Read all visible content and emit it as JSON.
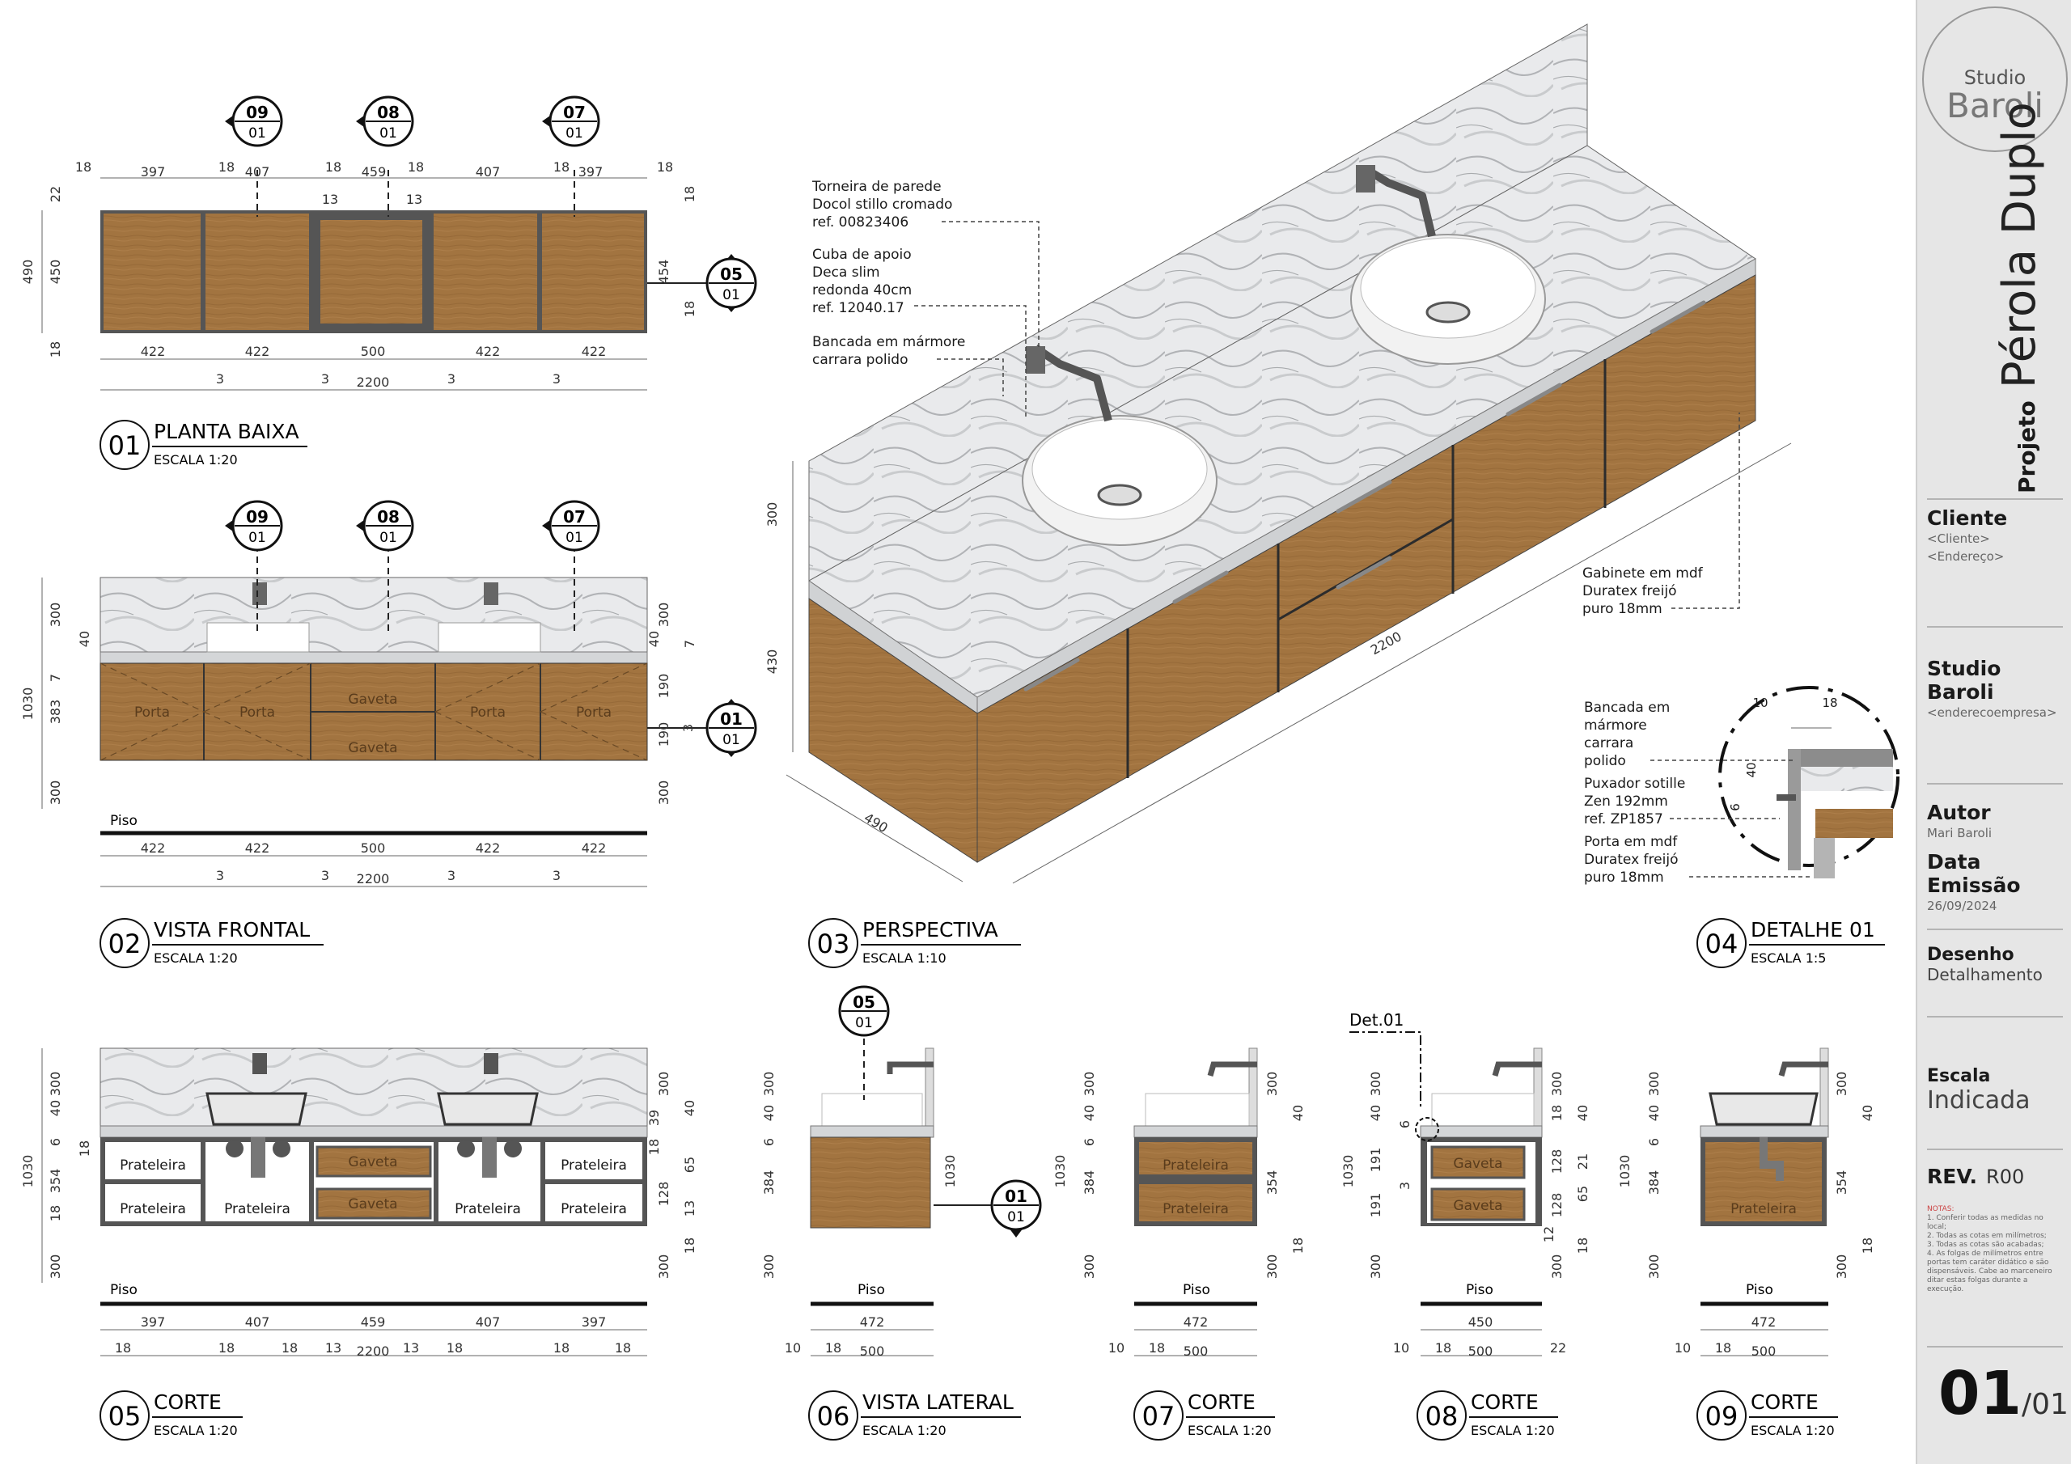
{
  "views": {
    "v01": {
      "num": "01",
      "title": "PLANTA BAIXA",
      "scale": "ESCALA 1:20"
    },
    "v02": {
      "num": "02",
      "title": "VISTA FRONTAL",
      "scale": "ESCALA 1:20"
    },
    "v03": {
      "num": "03",
      "title": "PERSPECTIVA",
      "scale": "ESCALA 1:10"
    },
    "v04": {
      "num": "04",
      "title": "DETALHE 01",
      "scale": "ESCALA 1:5"
    },
    "v05": {
      "num": "05",
      "title": "CORTE",
      "scale": "ESCALA 1:20"
    },
    "v06": {
      "num": "06",
      "title": "VISTA LATERAL",
      "scale": "ESCALA 1:20"
    },
    "v07": {
      "num": "07",
      "title": "CORTE",
      "scale": "ESCALA 1:20"
    },
    "v08": {
      "num": "08",
      "title": "CORTE",
      "scale": "ESCALA 1:20"
    },
    "v09": {
      "num": "09",
      "title": "CORTE",
      "scale": "ESCALA 1:20"
    }
  },
  "markers": {
    "m09": {
      "top": "09",
      "bottom": "01"
    },
    "m08": {
      "top": "08",
      "bottom": "01"
    },
    "m07": {
      "top": "07",
      "bottom": "01"
    },
    "m05": {
      "top": "05",
      "bottom": "01"
    },
    "m01": {
      "top": "01",
      "bottom": "01"
    }
  },
  "labels": {
    "floor": "Piso",
    "door": "Porta",
    "drawer": "Gaveta",
    "shelf": "Prateleira",
    "detail_ref": "Det.01"
  },
  "plan_dims": {
    "top": [
      "18",
      "397",
      "18",
      "407",
      "18",
      "459",
      "18",
      "407",
      "18",
      "397",
      "18"
    ],
    "small13": "13",
    "bottom": [
      "422",
      "422",
      "500",
      "422",
      "422"
    ],
    "gaps": "3",
    "total": "2200",
    "left_total": "490",
    "left": [
      "22",
      "450",
      "18"
    ],
    "right": [
      "18",
      "454",
      "18"
    ]
  },
  "front_dims": {
    "left_total": "1030",
    "left": [
      "300",
      "40",
      "7",
      "383",
      "300"
    ],
    "right": [
      "300",
      "40",
      "7",
      "190",
      "3",
      "190",
      "300"
    ],
    "bottom": [
      "422",
      "422",
      "500",
      "422",
      "422"
    ],
    "gaps": "3",
    "total": "2200"
  },
  "section05_dims": {
    "left_total": "1030",
    "left": [
      "300",
      "40",
      "6",
      "18",
      "354",
      "18",
      "300"
    ],
    "right": [
      "300",
      "40",
      "39",
      "18",
      "65",
      "128",
      "13",
      "18",
      "300"
    ],
    "top_row": [
      "397",
      "407",
      "459",
      "407",
      "397"
    ],
    "bottom_row": [
      "18",
      "18",
      "18",
      "13",
      "2200",
      "13",
      "18",
      "18",
      "18"
    ]
  },
  "side_dims": {
    "v06": {
      "total": "1030",
      "left": [
        "300",
        "40",
        "6",
        "384",
        "300"
      ],
      "b1": "472",
      "b2": [
        "10",
        "18",
        "500"
      ]
    },
    "v07": {
      "total": "1030",
      "left": [
        "300",
        "40",
        "6",
        "384",
        "300"
      ],
      "right": [
        "300",
        "40",
        "354",
        "18",
        "300"
      ],
      "b1": "472",
      "b2": [
        "10",
        "18",
        "500"
      ]
    },
    "v08": {
      "total": "1030",
      "left": [
        "300",
        "40",
        "6",
        "191",
        "3",
        "191",
        "300"
      ],
      "right": [
        "300",
        "18",
        "40",
        "128",
        "21",
        "128",
        "65",
        "12",
        "18",
        "300"
      ],
      "b1": "450",
      "b2": [
        "10",
        "18",
        "500",
        "22"
      ]
    },
    "v09": {
      "total": "1030",
      "left": [
        "300",
        "40",
        "6",
        "384",
        "300"
      ],
      "right": [
        "300",
        "40",
        "354",
        "18",
        "300"
      ],
      "b1": "472",
      "b2": [
        "10",
        "18",
        "500"
      ]
    }
  },
  "perspective": {
    "dim_width": "2200",
    "dim_depth": "490",
    "dim_h1": "300",
    "dim_h2": "430",
    "callouts": [
      {
        "lines": [
          "Torneira de parede",
          "Docol stillo cromado",
          "ref. 00823406"
        ]
      },
      {
        "lines": [
          "Cuba de apoio",
          "Deca slim",
          "redonda 40cm",
          "ref. 12040.17"
        ]
      },
      {
        "lines": [
          "Bancada em mármore",
          "carrara polido"
        ]
      },
      {
        "lines": [
          "Gabinete em mdf",
          "Duratex freijó",
          "puro 18mm"
        ]
      }
    ]
  },
  "detail": {
    "dims": [
      "10",
      "18",
      "40",
      "6"
    ],
    "callouts": [
      {
        "lines": [
          "Bancada em",
          "mármore",
          "carrara",
          "polido"
        ]
      },
      {
        "lines": [
          "Puxador sotille",
          "Zen 192mm",
          "ref. ZP1857"
        ]
      },
      {
        "lines": [
          "Porta em mdf",
          "Duratex freijó",
          "puro 18mm"
        ]
      }
    ]
  },
  "titleblock": {
    "logo_top": "Studio",
    "logo_bottom": "Baroli",
    "project_label": "Projeto",
    "project_name": "Pérola Duplo",
    "client_label": "Cliente",
    "client_name": "<Cliente>",
    "client_address": "<Endereço>",
    "company_name": "Studio Baroli",
    "company_address": "<enderecoempresa>",
    "author_label": "Autor",
    "author_name": "Mari Baroli",
    "date_label": "Data Emissão",
    "date_value": "26/09/2024",
    "drawing_label": "Desenho",
    "drawing_value": "Detalhamento",
    "scale_label": "Escala",
    "scale_value": "Indicada",
    "rev_label": "REV.",
    "rev_value": "R00",
    "notes_title": "NOTAS:",
    "notes": [
      "1. Conferir todas as medidas no local;",
      "2. Todas as cotas em milímetros;",
      "3. Todas as cotas são acabadas;",
      "4. As folgas de milímetros entre",
      "portas tem caráter didático e são",
      "dispensáveis. Cabe ao marceneiro",
      "ditar estas folgas durante a execução."
    ],
    "sheet_number": "01",
    "sheet_total": "/01"
  },
  "colors": {
    "wood": "#a0743f",
    "wood_dark": "#7d5730",
    "marble": "#e4e6e8",
    "frame": "#555555",
    "titleblock_bg": "#e6e6e6"
  }
}
